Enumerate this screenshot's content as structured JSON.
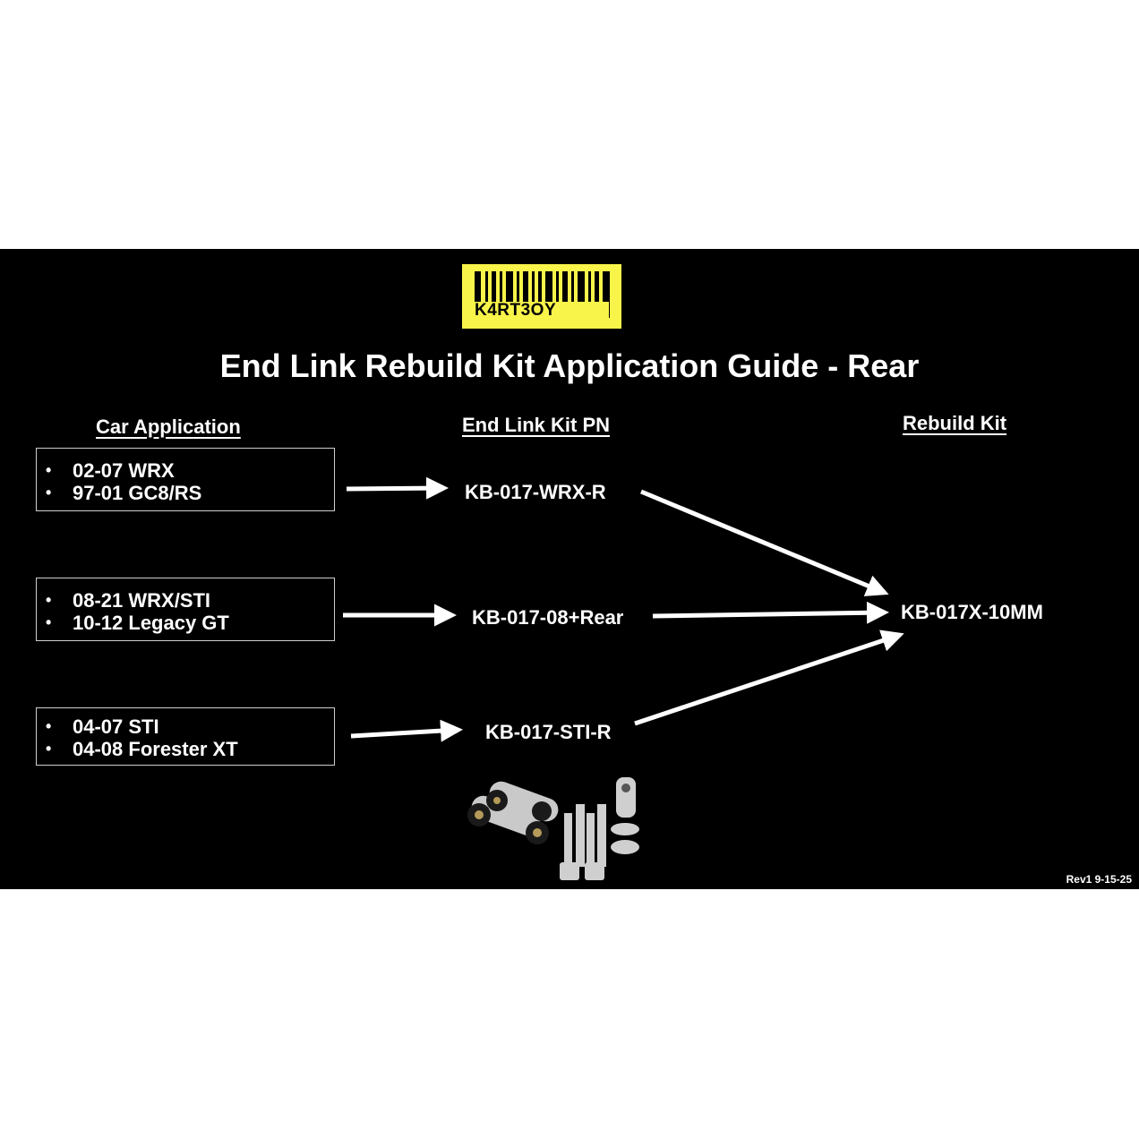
{
  "logo": {
    "text": "K4RT3OY",
    "background": "#f8f44a"
  },
  "title": "End Link Rebuild Kit Application Guide - Rear",
  "columns": {
    "car_application": "Car Application",
    "end_link_kit_pn": "End Link Kit PN",
    "rebuild_kit": "Rebuild Kit"
  },
  "rows": [
    {
      "applications": [
        "02-07 WRX",
        "97-01 GC8/RS"
      ],
      "end_link_pn": "KB-017-WRX-R"
    },
    {
      "applications": [
        "08-21 WRX/STI",
        "10-12 Legacy GT"
      ],
      "end_link_pn": "KB-017-08+Rear"
    },
    {
      "applications": [
        "04-07 STI",
        "04-08 Forester XT"
      ],
      "end_link_pn": "KB-017-STI-R"
    }
  ],
  "rebuild_kit_pn": "KB-017X-10MM",
  "bullet": "•",
  "product_image": "end-link-kit-photo",
  "revision": "Rev1 9-15-25"
}
